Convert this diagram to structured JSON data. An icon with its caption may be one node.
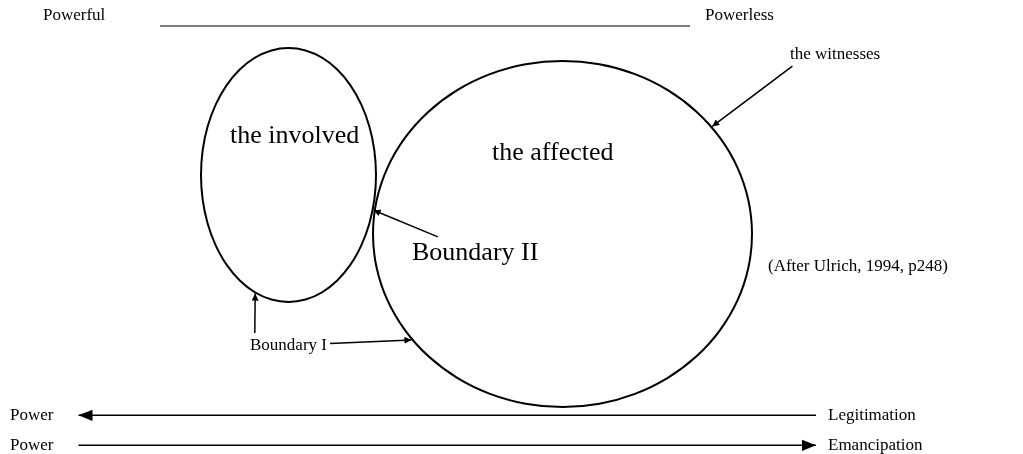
{
  "diagram": {
    "nodes": [
      {
        "text": [
          "the involved"
        ]
      },
      {
        "text": [
          "the affected"
        ]
      },
      {
        "text": [
          "the witnesses"
        ]
      },
      {
        "text": [
          "Boundary II"
        ],
        "in": 1
      },
      {
        "text": [
          "Boundary I"
        ]
      },
      {
        "text": [
          "Power"
        ]
      },
      {
        "text": [
          "Legitimation"
        ]
      },
      {
        "text": [
          "Power"
        ]
      },
      {
        "text": [
          "Emancipation"
        ]
      }
    ],
    "edges": [
      {
        "from": 2,
        "to": 1,
        "arrow": "to"
      },
      {
        "from": 3,
        "to": 0,
        "arrow": "to"
      },
      {
        "from": 4,
        "to": 0,
        "arrow": "to"
      },
      {
        "from": 4,
        "to": 1,
        "arrow": "to"
      },
      {
        "from": 6,
        "to": 5,
        "arrow": "to"
      },
      {
        "from": 7,
        "to": 8,
        "arrow": "to"
      }
    ],
    "labels": [
      "Powerful",
      "Powerless",
      "(After Ulrich, 1994, p248)"
    ]
  }
}
